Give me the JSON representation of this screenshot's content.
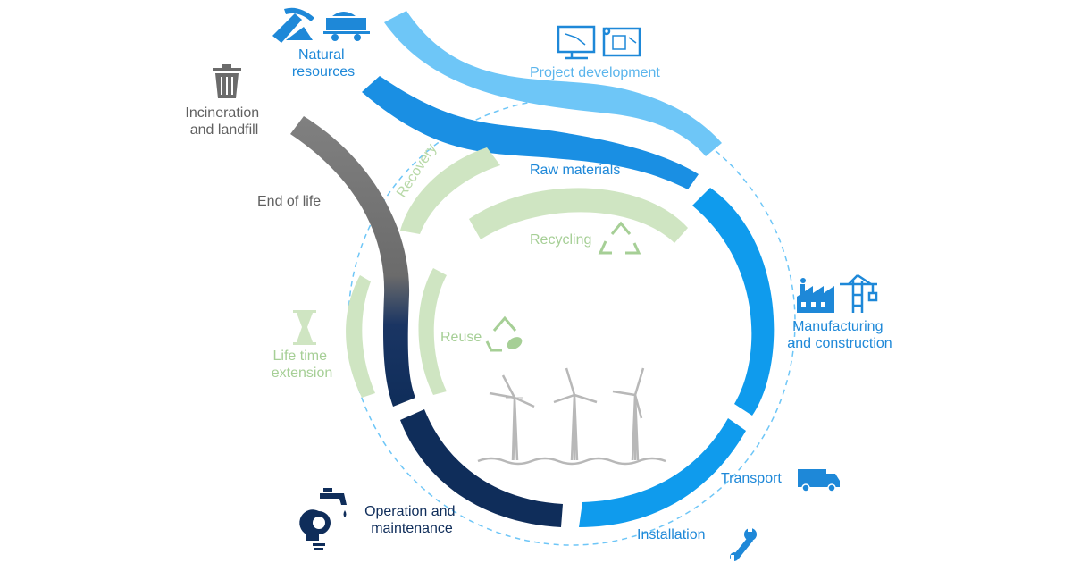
{
  "labels": {
    "natural_resources": [
      "Natural",
      "resources"
    ],
    "incineration": [
      "Incineration",
      "and landfill"
    ],
    "project_development": "Project development",
    "raw_materials": "Raw materials",
    "end_of_life": "End of life",
    "recovery": "Recovery",
    "recycling": "Recycling",
    "manufacturing": [
      "Manufacturing",
      "and construction"
    ],
    "reuse": "Reuse",
    "life_time_extension": [
      "Life time",
      "extension"
    ],
    "transport": "Transport",
    "operation": [
      "Operation and",
      "maintenance"
    ],
    "installation": "Installation"
  },
  "colors": {
    "light_blue": "#6ec6f7",
    "mid_blue": "#1a8fe3",
    "bright_blue": "#0f9bed",
    "navy": "#0f2d5a",
    "grey": "#808080",
    "light_green": "#cfe5c2",
    "label_blue": "#1e88d8",
    "label_green": "#a6cf96"
  },
  "icons": [
    "mining-pick-icon",
    "mine-cart-icon",
    "trash-bin-icon",
    "computer-design-icon",
    "blueprint-icon",
    "factory-icon",
    "crane-icon",
    "truck-icon",
    "wrench-icon",
    "faucet-icon",
    "lightbulb-icon",
    "hourglass-icon",
    "recycle-icon",
    "recycle-leaf-icon",
    "wind-turbines-icon"
  ]
}
